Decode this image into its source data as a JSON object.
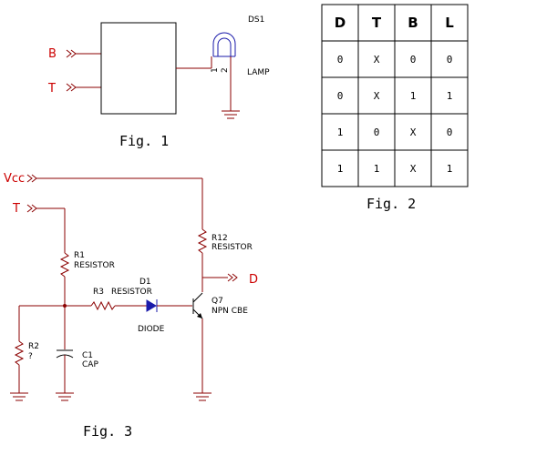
{
  "fig1": {
    "caption": "Fig. 1",
    "input_b": "B",
    "input_t": "T",
    "lamp_ref": "DS1",
    "lamp_label": "LAMP",
    "pin1": "1",
    "pin2": "2"
  },
  "fig2": {
    "caption": "Fig. 2",
    "headers": [
      "D",
      "T",
      "B",
      "L"
    ],
    "rows": [
      [
        "0",
        "X",
        "0",
        "0"
      ],
      [
        "0",
        "X",
        "1",
        "1"
      ],
      [
        "1",
        "0",
        "X",
        "0"
      ],
      [
        "1",
        "1",
        "X",
        "1"
      ]
    ]
  },
  "fig3": {
    "caption": "Fig. 3",
    "vcc": "Vcc",
    "input_t": "T",
    "output_d": "D",
    "r1_ref": "R1",
    "r1_label": "RESISTOR",
    "r12_ref": "R12",
    "r12_label": "RESISTOR",
    "r3_ref": "R3",
    "r3_label": "RESISTOR",
    "d1_ref": "D1",
    "d1_label": "DIODE",
    "q7_ref": "Q7",
    "q7_label": "NPN CBE",
    "r2_ref": "R2",
    "r2_label": "?",
    "c1_ref": "C1",
    "c1_label": "CAP"
  },
  "colors": {
    "wire": "#8b0000",
    "port_text": "#cc0000",
    "lamp": "#1a1aaa",
    "diode_fill": "#1a1aaa"
  }
}
